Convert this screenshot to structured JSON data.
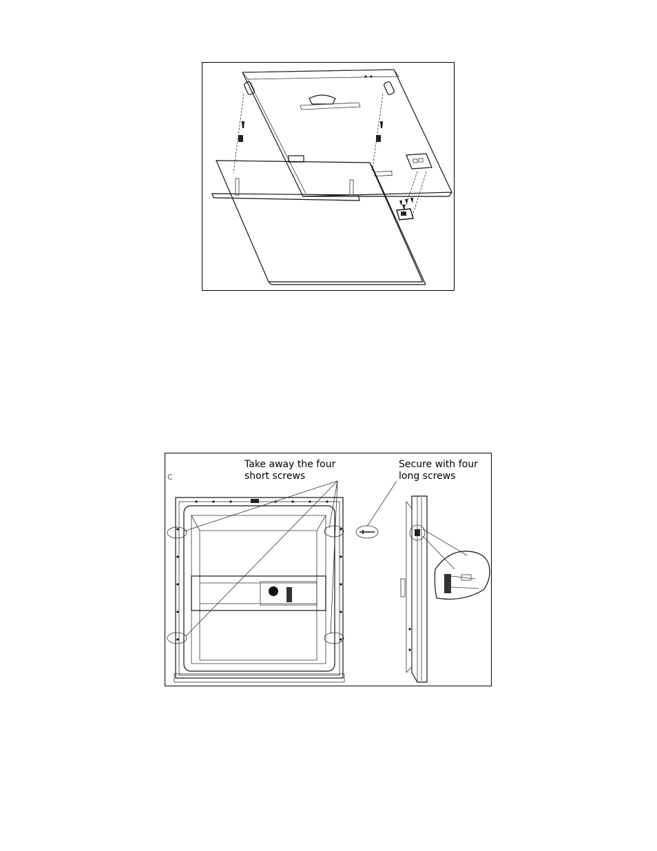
{
  "figure_top": {
    "title": ""
  },
  "figure_bottom": {
    "callout_remove": "Take away the four\nshort screws",
    "callout_secure": "Secure with four\nlong screws",
    "corner_mark": "C"
  }
}
